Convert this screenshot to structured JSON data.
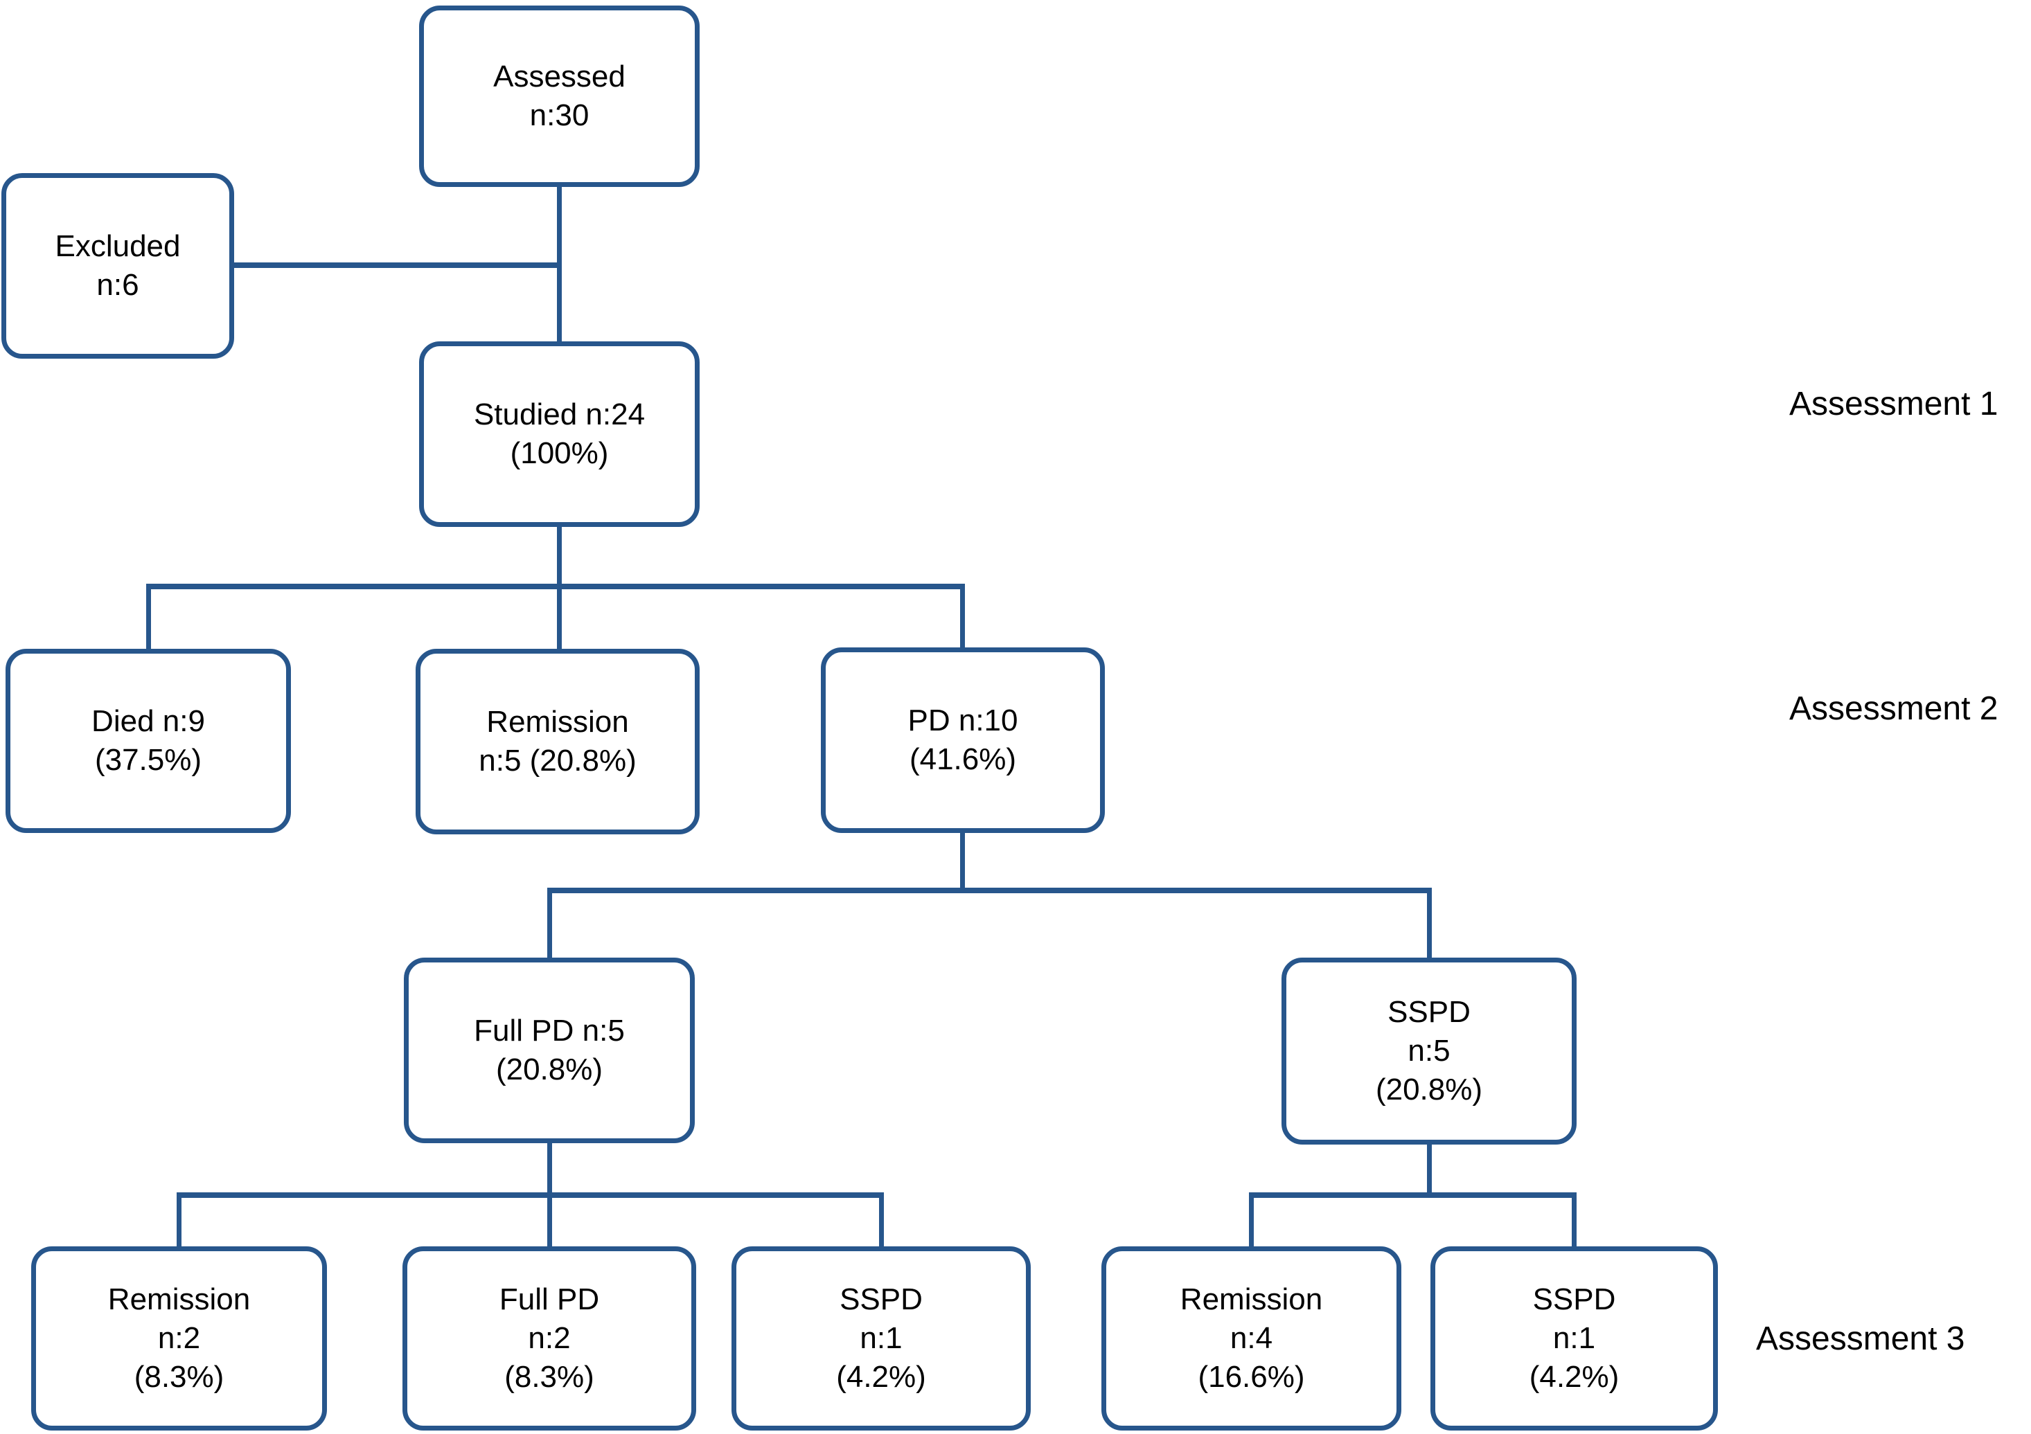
{
  "figure": {
    "background": "#ffffff",
    "line_color": "#27568C",
    "text_color": "#000000",
    "assessment_labels": {
      "a1": "Assessment 1",
      "a2": "Assessment 2",
      "a3": "Assessment 3"
    },
    "nodes": {
      "assessed": {
        "lines": [
          "Assessed",
          "n:30"
        ]
      },
      "excluded": {
        "lines": [
          "Excluded",
          "n:6"
        ]
      },
      "studied": {
        "lines": [
          "Studied n:24",
          "(100%)"
        ]
      },
      "died": {
        "lines": [
          "Died n:9",
          "(37.5%)"
        ]
      },
      "remission_a2": {
        "lines": [
          "Remission",
          "n:5 (20.8%)"
        ]
      },
      "pd": {
        "lines": [
          "PD n:10",
          "(41.6%)"
        ]
      },
      "full_pd": {
        "lines": [
          "Full PD n:5",
          "(20.8%)"
        ]
      },
      "sspd": {
        "lines": [
          "SSPD",
          "n:5",
          "(20.8%)"
        ]
      },
      "remission_n2": {
        "lines": [
          "Remission",
          "n:2",
          "(8.3%)"
        ]
      },
      "full_pd_n2": {
        "lines": [
          "Full PD",
          "n:2",
          "(8.3%)"
        ]
      },
      "sspd_n1_left": {
        "lines": [
          "SSPD",
          "n:1",
          "(4.2%)"
        ]
      },
      "remission_n4": {
        "lines": [
          "Remission",
          "n:4",
          "(16.6%)"
        ]
      },
      "sspd_n1_right": {
        "lines": [
          "SSPD",
          "n:1",
          "(4.2%)"
        ]
      }
    },
    "edges": [
      {
        "from": "assessed",
        "to": "excluded"
      },
      {
        "from": "assessed",
        "to": "studied"
      },
      {
        "from": "studied",
        "to": "died"
      },
      {
        "from": "studied",
        "to": "remission_a2"
      },
      {
        "from": "studied",
        "to": "pd"
      },
      {
        "from": "pd",
        "to": "full_pd"
      },
      {
        "from": "pd",
        "to": "sspd"
      },
      {
        "from": "full_pd",
        "to": "remission_n2"
      },
      {
        "from": "full_pd",
        "to": "full_pd_n2"
      },
      {
        "from": "full_pd",
        "to": "sspd_n1_left"
      },
      {
        "from": "sspd",
        "to": "remission_n4"
      },
      {
        "from": "sspd",
        "to": "sspd_n1_right"
      }
    ]
  }
}
